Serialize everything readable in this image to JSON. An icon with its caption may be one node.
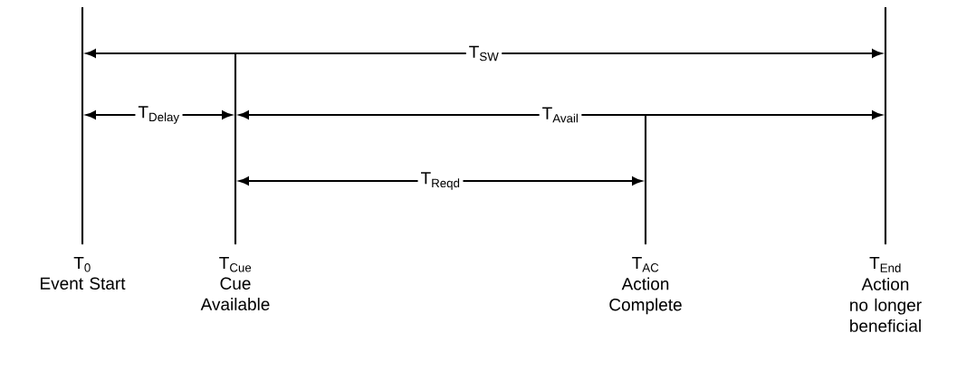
{
  "diagram": {
    "nodes": [
      {
        "text": [
          "T$_{0}$",
          "Event Start"
        ]
      },
      {
        "text": [
          "T$_{Cue}$",
          "Cue Available"
        ]
      },
      {
        "text": [
          "T$_{AC}$",
          "Action Complete"
        ]
      },
      {
        "text": [
          "T$_{End}$",
          "Action no longer beneficial"
        ]
      }
    ],
    "edges": [
      {
        "from": 0,
        "to": 3,
        "arrow": "both",
        "label": "T$_{SW}$"
      },
      {
        "from": 0,
        "to": 1,
        "arrow": "both",
        "label": "T$_{Delay}$"
      },
      {
        "from": 1,
        "to": 3,
        "arrow": "both",
        "label": "T$_{Avail}$"
      },
      {
        "from": 1,
        "to": 2,
        "arrow": "both",
        "label": "T$_{Reqd}$"
      }
    ]
  }
}
